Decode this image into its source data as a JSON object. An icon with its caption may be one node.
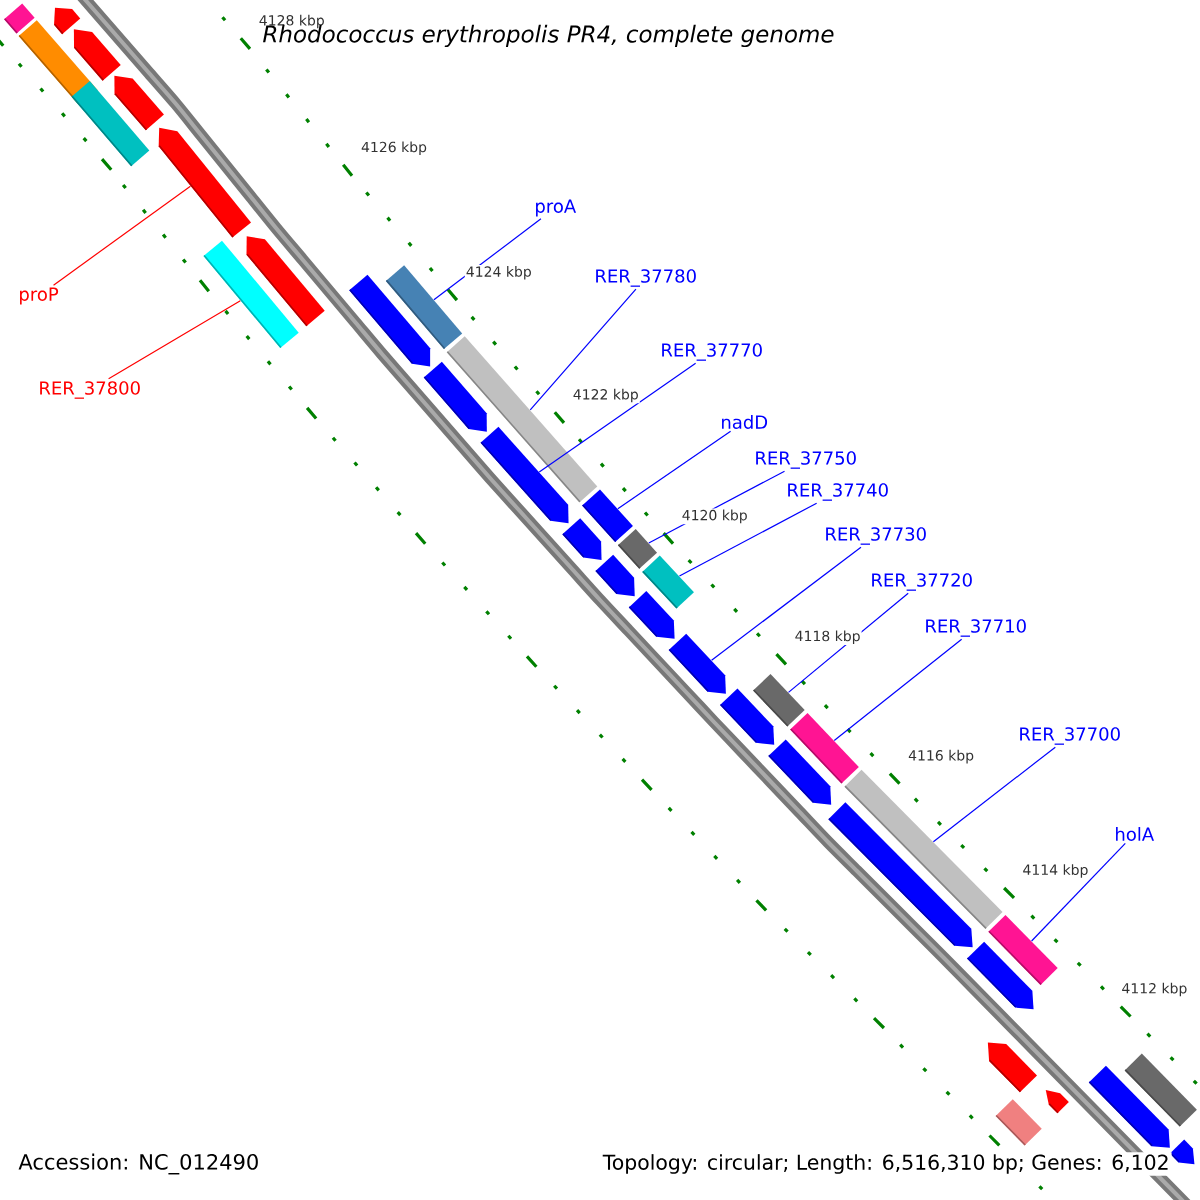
{
  "diagram": {
    "title": "*Rhodococcus erythropolis* PR4, complete genome",
    "nodes": [
      {
        "text": [
          "proP"
        ]
      },
      {
        "text": [
          "RER_37800"
        ]
      },
      {
        "text": [
          "proA"
        ]
      },
      {
        "text": [
          "RER_37780"
        ]
      },
      {
        "text": [
          "RER_37770"
        ]
      },
      {
        "text": [
          "nadD"
        ]
      },
      {
        "text": [
          "RER_37750"
        ]
      },
      {
        "text": [
          "RER_37740"
        ]
      },
      {
        "text": [
          "RER_37730"
        ]
      },
      {
        "text": [
          "RER_37720"
        ]
      },
      {
        "text": [
          "RER_37710"
        ]
      },
      {
        "text": [
          "RER_37700"
        ]
      },
      {
        "text": [
          "holA"
        ]
      },
      {
        "text": [],
        "shape": "bar"
      },
      {
        "text": [],
        "shape": "pentagon"
      },
      {
        "text": [],
        "shape": "bar"
      },
      {
        "text": [],
        "shape": "pentagon"
      },
      {
        "text": [],
        "shape": "bar"
      },
      {
        "text": [],
        "shape": "pentagon"
      },
      {
        "text": [],
        "shape": "pentagon"
      },
      {
        "text": [],
        "shape": "pentagon"
      },
      {
        "text": [],
        "shape": "bar"
      },
      {
        "text": [],
        "shape": "bar"
      },
      {
        "text": [],
        "shape": "pentagon"
      },
      {
        "text": [],
        "shape": "pentagon"
      },
      {
        "text": [],
        "shape": "bar"
      },
      {
        "text": [],
        "shape": "pentagon"
      },
      {
        "text": [],
        "shape": "bar"
      },
      {
        "text": [],
        "shape": "pentagon"
      },
      {
        "text": [],
        "shape": "bar"
      },
      {
        "text": [],
        "shape": "pentagon"
      },
      {
        "text": [],
        "shape": "bar"
      },
      {
        "text": [],
        "shape": "pentagon"
      },
      {
        "text": [],
        "shape": "pentagon"
      },
      {
        "text": [],
        "shape": "bar"
      },
      {
        "text": [],
        "shape": "pentagon"
      },
      {
        "text": [],
        "shape": "bar"
      },
      {
        "text": [],
        "shape": "pentagon"
      },
      {
        "text": [],
        "shape": "bar"
      },
      {
        "text": [],
        "shape": "pentagon"
      },
      {
        "text": [],
        "shape": "bar"
      },
      {
        "text": [],
        "shape": "pentagon"
      },
      {
        "text": [],
        "shape": "pentagon"
      },
      {
        "text": [],
        "shape": "bar"
      },
      {
        "text": [],
        "shape": "pentagon"
      },
      {
        "text": [],
        "shape": "pentagon"
      },
      {
        "text": [],
        "shape": "bar"
      },
      {
        "text": [],
        "shape": "pentagon"
      }
    ],
    "edges": [
      {
        "from": 0,
        "to": 19,
        "arrow": "none",
        "color": "#ff0000"
      },
      {
        "from": 1,
        "to": 21,
        "arrow": "none",
        "color": "#ff0000"
      },
      {
        "from": 2,
        "to": 22,
        "arrow": "none"
      },
      {
        "from": 3,
        "to": 25,
        "arrow": "none"
      },
      {
        "from": 4,
        "to": 26,
        "arrow": "none"
      },
      {
        "from": 5,
        "to": 27,
        "arrow": "none"
      },
      {
        "from": 6,
        "to": 29,
        "arrow": "none"
      },
      {
        "from": 7,
        "to": 31,
        "arrow": "none"
      },
      {
        "from": 8,
        "to": 33,
        "arrow": "none"
      },
      {
        "from": 9,
        "to": 34,
        "arrow": "none"
      },
      {
        "from": 10,
        "to": 36,
        "arrow": "none"
      },
      {
        "from": 11,
        "to": 38,
        "arrow": "none"
      },
      {
        "from": 12,
        "to": 40,
        "arrow": "none"
      }
    ],
    "labels": [
      "4128 kbp",
      "4126 kbp",
      "4124 kbp",
      "4122 kbp",
      "4120 kbp",
      "4118 kbp",
      "4116 kbp",
      "4114 kbp",
      "4112 kbp",
      "Accession: NC_012490",
      "Topology: circular; Length: 6,516,310 bp; Genes: 6,102"
    ]
  }
}
